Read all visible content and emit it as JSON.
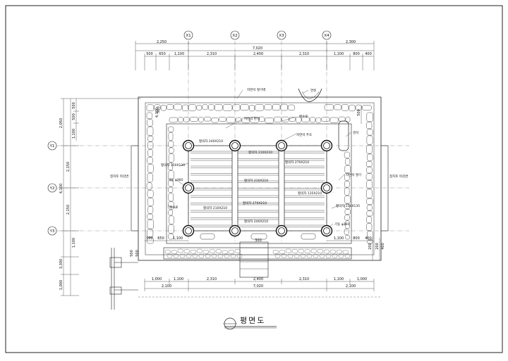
{
  "title": "평면도",
  "grid_x": [
    "X1",
    "X2",
    "X3",
    "X4"
  ],
  "grid_y": [
    "Y1",
    "Y2",
    "Y3"
  ],
  "top_dims": {
    "overall": "7,020",
    "left_outer": "2,250",
    "right_outer": "2,300",
    "segments": [
      "500",
      "650",
      "1,100",
      "2,310",
      "2,400",
      "2,310",
      "1,100",
      "800",
      "400"
    ]
  },
  "bottom_dims": {
    "row1": [
      "1,000",
      "1,100",
      "2,310",
      "2,400",
      "2,310",
      "1,100",
      "1,000"
    ],
    "row2": [
      "2,100",
      "7,020",
      "2,100"
    ]
  },
  "left_dims": {
    "outer": [
      "2,050",
      "4,100",
      "3,300",
      "1,000"
    ],
    "mid": [
      "2,150",
      "2,150"
    ],
    "top_segments": [
      "500",
      "500",
      "1,100"
    ],
    "bottom_segments": [
      "1,100",
      "500",
      "500"
    ],
    "overall": "4,300"
  },
  "mid_dims": {
    "left_row": [
      "500",
      "650",
      "1,100"
    ],
    "center_row": [
      "300"
    ],
    "right_row": [
      "1,100",
      "800",
      "400"
    ]
  },
  "right_dims": [
    "500",
    "500",
    "200",
    "200",
    "400"
  ],
  "labels": {
    "wall_top": "자연석 쌓기벽",
    "pond": "연못",
    "slab": "자연석 판석",
    "stone_top": "자연석 주초",
    "drain": "배수로",
    "bench_top_left": "평의자 240X210",
    "bench_top_mid": "평의자 210X210",
    "bench_right_1": "평의자 270X210",
    "bench_left_1": "평의자 150X130",
    "bench_left_2": "기둥 φ360",
    "bench_mid_2": "평의자 210X210",
    "bench_right_2": "평의자 135X210",
    "bench_center_3": "평의자 270X210",
    "bench_left_3": "평의자 210X210",
    "bench_right_3": "평의자 150X135",
    "bench_bottom": "평의자 240X210",
    "column": "기둥 φ360",
    "boulder": "경석",
    "side_left": "정지토 마감면",
    "side_right": "정지토 마감면",
    "drain_left": "배수로",
    "stone_wall_right": "자연석 쌓기",
    "step_right": "배수로"
  }
}
